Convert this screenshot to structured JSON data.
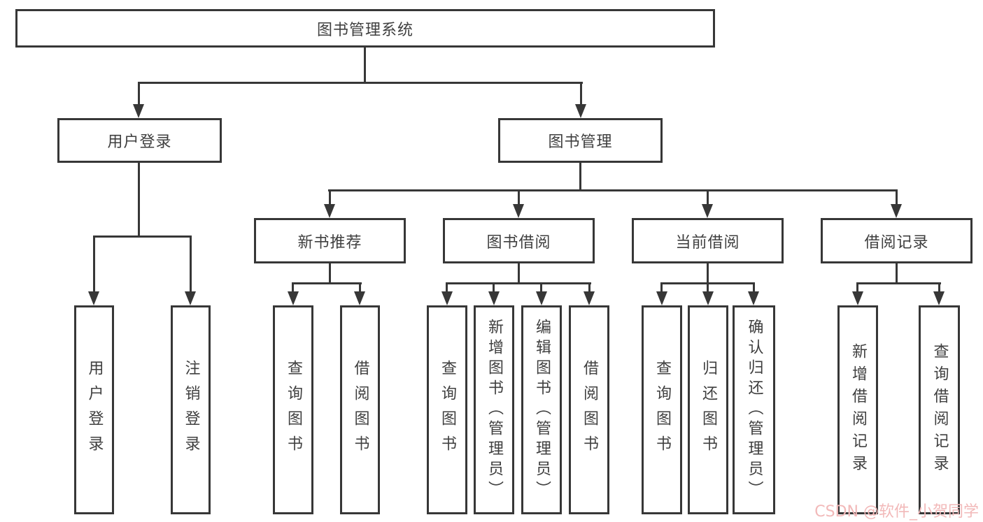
{
  "tree": {
    "root": {
      "label": "图书管理系统"
    },
    "branches": [
      {
        "label": "用户登录",
        "children": [
          {
            "label": "用户登录"
          },
          {
            "label": "注销登录"
          }
        ]
      },
      {
        "label": "图书管理",
        "children": [
          {
            "label": "新书推荐",
            "children": [
              {
                "label": "查询图书"
              },
              {
                "label": "借阅图书"
              }
            ]
          },
          {
            "label": "图书借阅",
            "children": [
              {
                "label": "查询图书"
              },
              {
                "label": "新增图书（管理员）"
              },
              {
                "label": "编辑图书（管理员）"
              },
              {
                "label": "借阅图书"
              }
            ]
          },
          {
            "label": "当前借阅",
            "children": [
              {
                "label": "查询图书"
              },
              {
                "label": "归还图书"
              },
              {
                "label": "确认归还（管理员）"
              }
            ]
          },
          {
            "label": "借阅记录",
            "children": [
              {
                "label": "新增借阅记录"
              },
              {
                "label": "查询借阅记录"
              }
            ]
          }
        ]
      }
    ]
  },
  "watermark": {
    "text": "CSDN @软件_小贺同学"
  },
  "colors": {
    "line": "#373737",
    "text": "#3f3f3f",
    "box_background": "#ffffff",
    "page_background": "#ffffff",
    "watermark": "#f2b9b9"
  }
}
